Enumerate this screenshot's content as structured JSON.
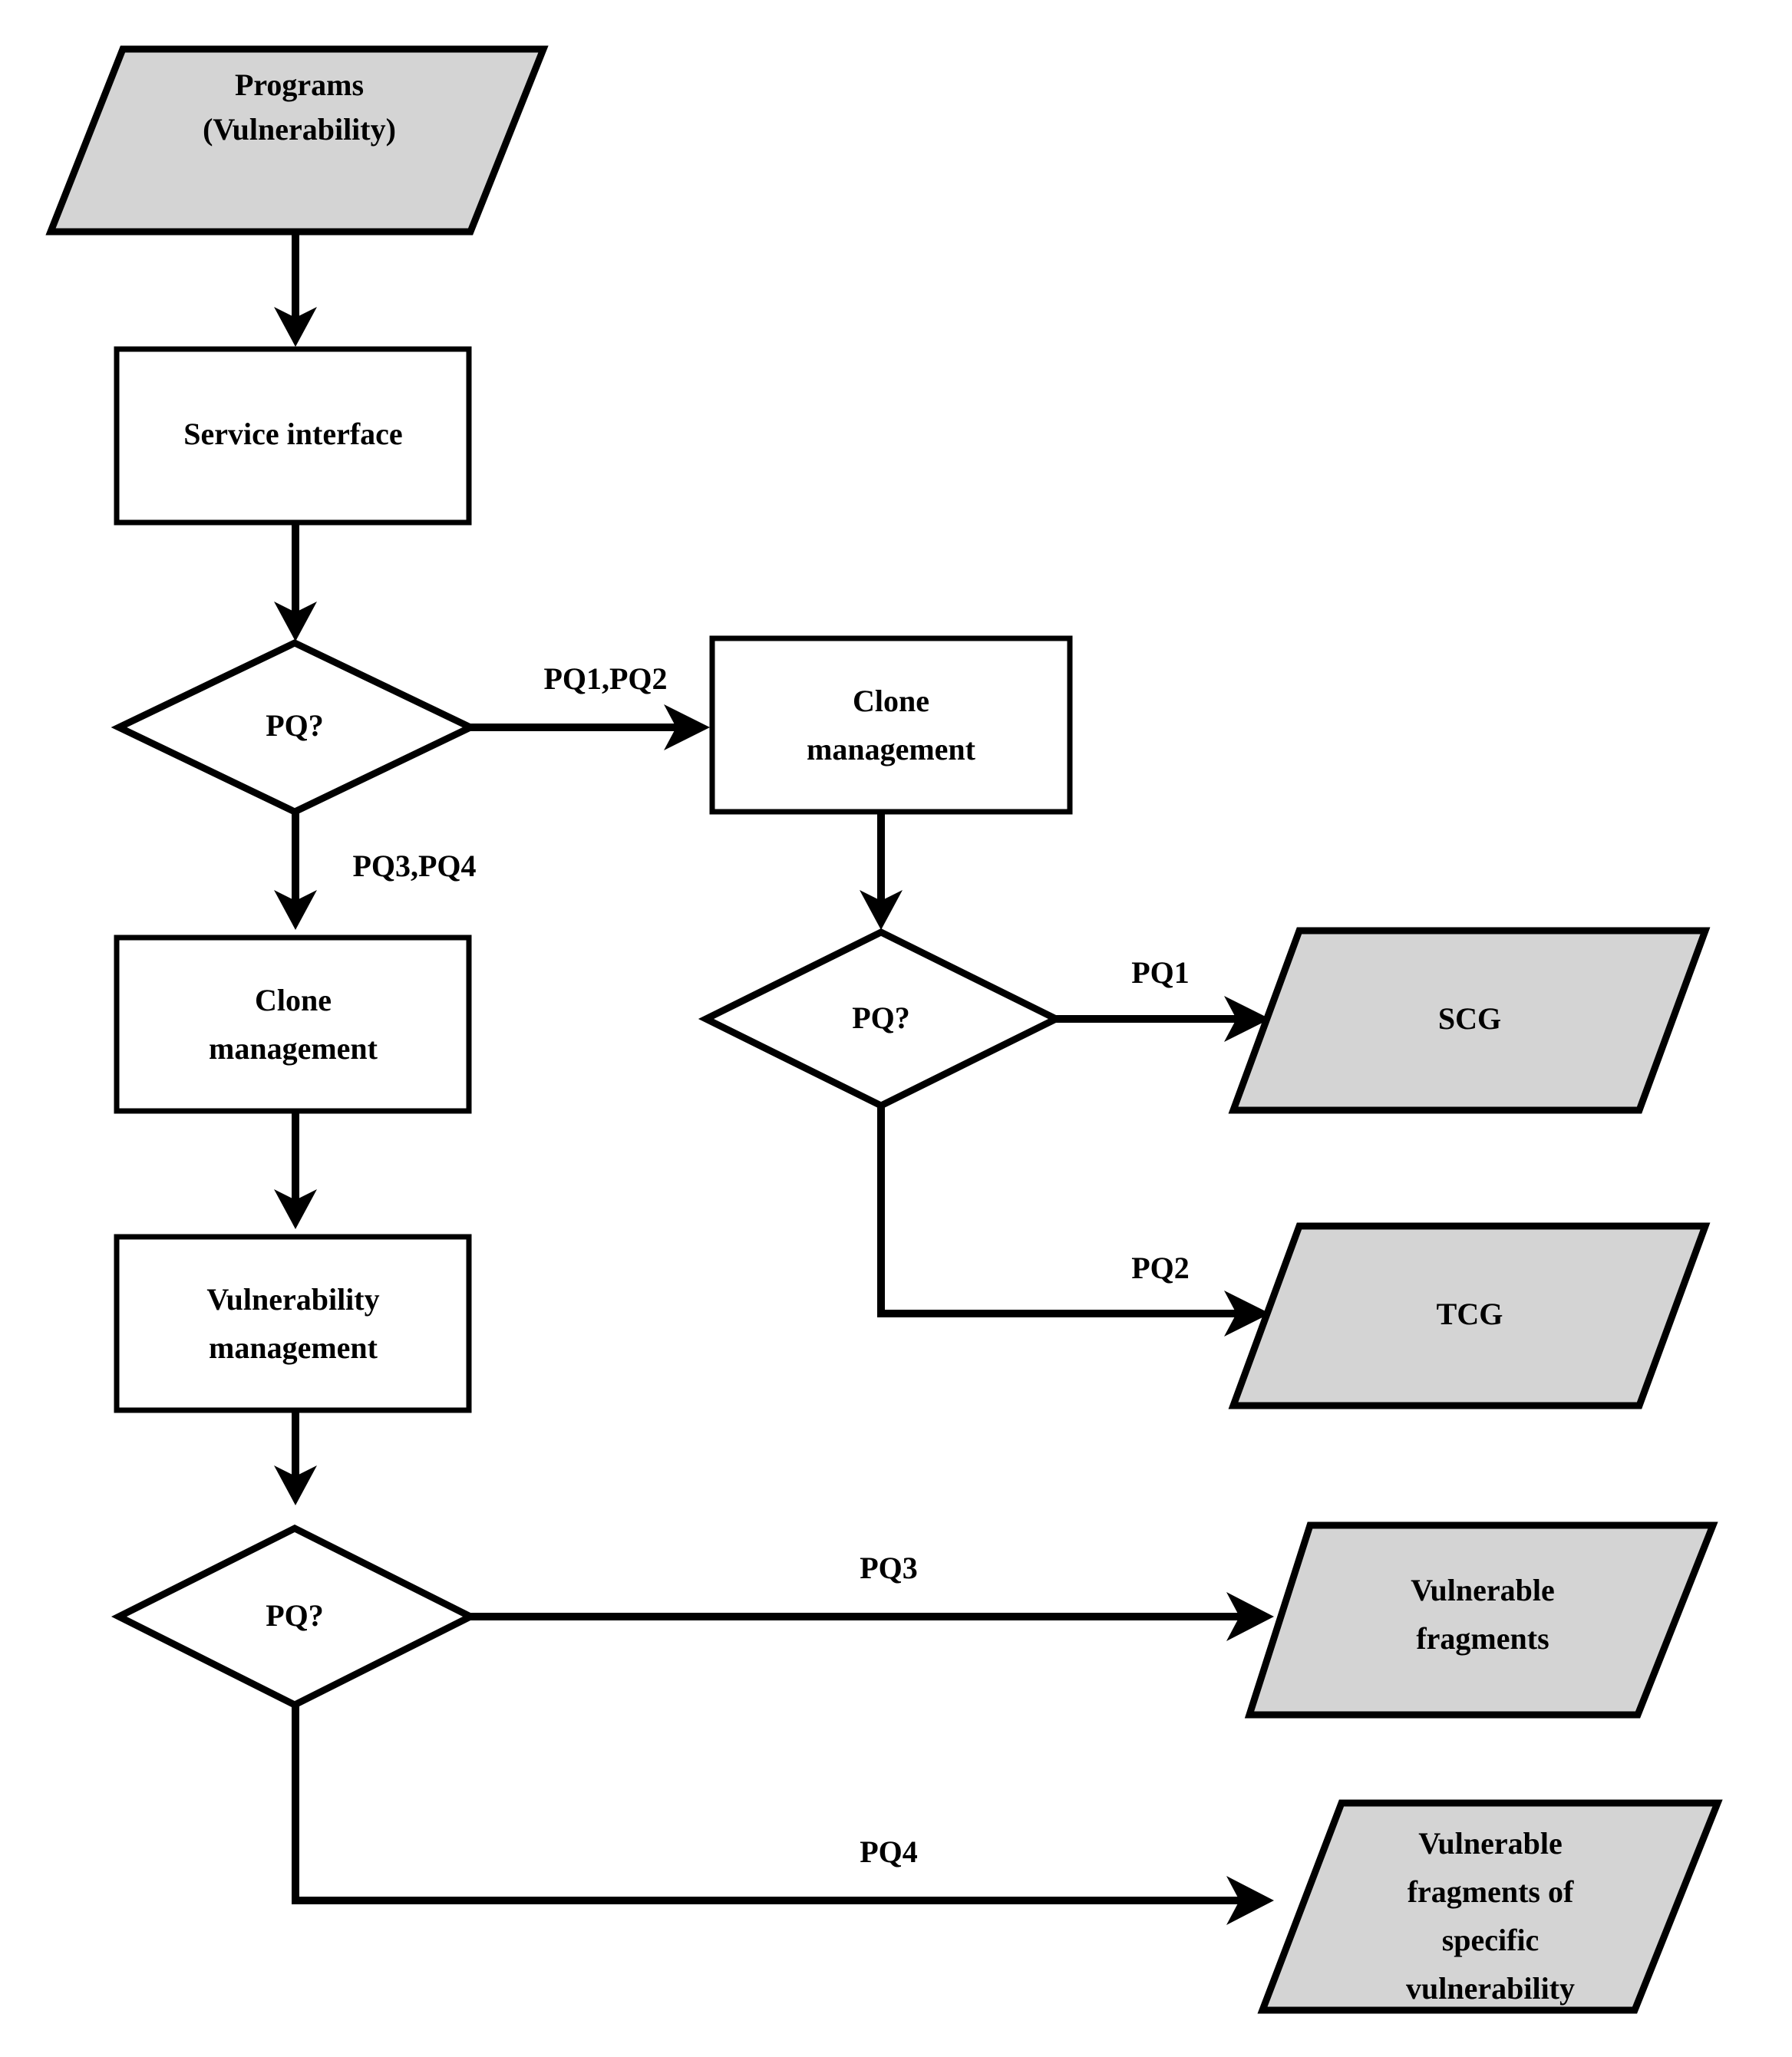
{
  "diagram": {
    "title": "Vulnerability clone management service flowchart",
    "background_color": "#ffffff",
    "shape_fill_terminal": "#d4d4d4",
    "shape_fill_process": "#ffffff",
    "stroke_color": "#000000",
    "nodes": {
      "programs": {
        "line1": "Programs",
        "line2": "(Vulnerability)",
        "shape": "parallelogram"
      },
      "service_interface": {
        "line1": "Service interface",
        "shape": "rectangle"
      },
      "decision_1": {
        "line1": "PQ?",
        "shape": "diamond"
      },
      "clone_management_right": {
        "line1": "Clone",
        "line2": "management",
        "shape": "rectangle"
      },
      "decision_2": {
        "line1": "PQ?",
        "shape": "diamond"
      },
      "scg": {
        "line1": "SCG",
        "shape": "parallelogram"
      },
      "tcg": {
        "line1": "TCG",
        "shape": "parallelogram"
      },
      "clone_management_left": {
        "line1": "Clone",
        "line2": "management",
        "shape": "rectangle"
      },
      "vulnerability_management": {
        "line1": "Vulnerability",
        "line2": "management",
        "shape": "rectangle"
      },
      "decision_3": {
        "line1": "PQ?",
        "shape": "diamond"
      },
      "vulnerable_fragments": {
        "line1": "Vulnerable",
        "line2": "fragments",
        "shape": "parallelogram"
      },
      "vulnerable_fragments_specific": {
        "line1": "Vulnerable",
        "line2": "fragments of",
        "line3": "specific",
        "line4": "vulnerability",
        "shape": "parallelogram"
      }
    },
    "edges": {
      "programs_to_service": {
        "label": ""
      },
      "service_to_decision1": {
        "label": ""
      },
      "decision1_to_clone_right": {
        "label": "PQ1,PQ2"
      },
      "decision1_to_clone_left": {
        "label": "PQ3,PQ4"
      },
      "clone_right_to_decision2": {
        "label": ""
      },
      "decision2_to_scg": {
        "label": "PQ1"
      },
      "decision2_to_tcg": {
        "label": "PQ2"
      },
      "clone_left_to_vuln_mgmt": {
        "label": ""
      },
      "vuln_mgmt_to_decision3": {
        "label": ""
      },
      "decision3_to_fragments": {
        "label": "PQ3"
      },
      "decision3_to_fragments_specific": {
        "label": "PQ4"
      }
    }
  }
}
